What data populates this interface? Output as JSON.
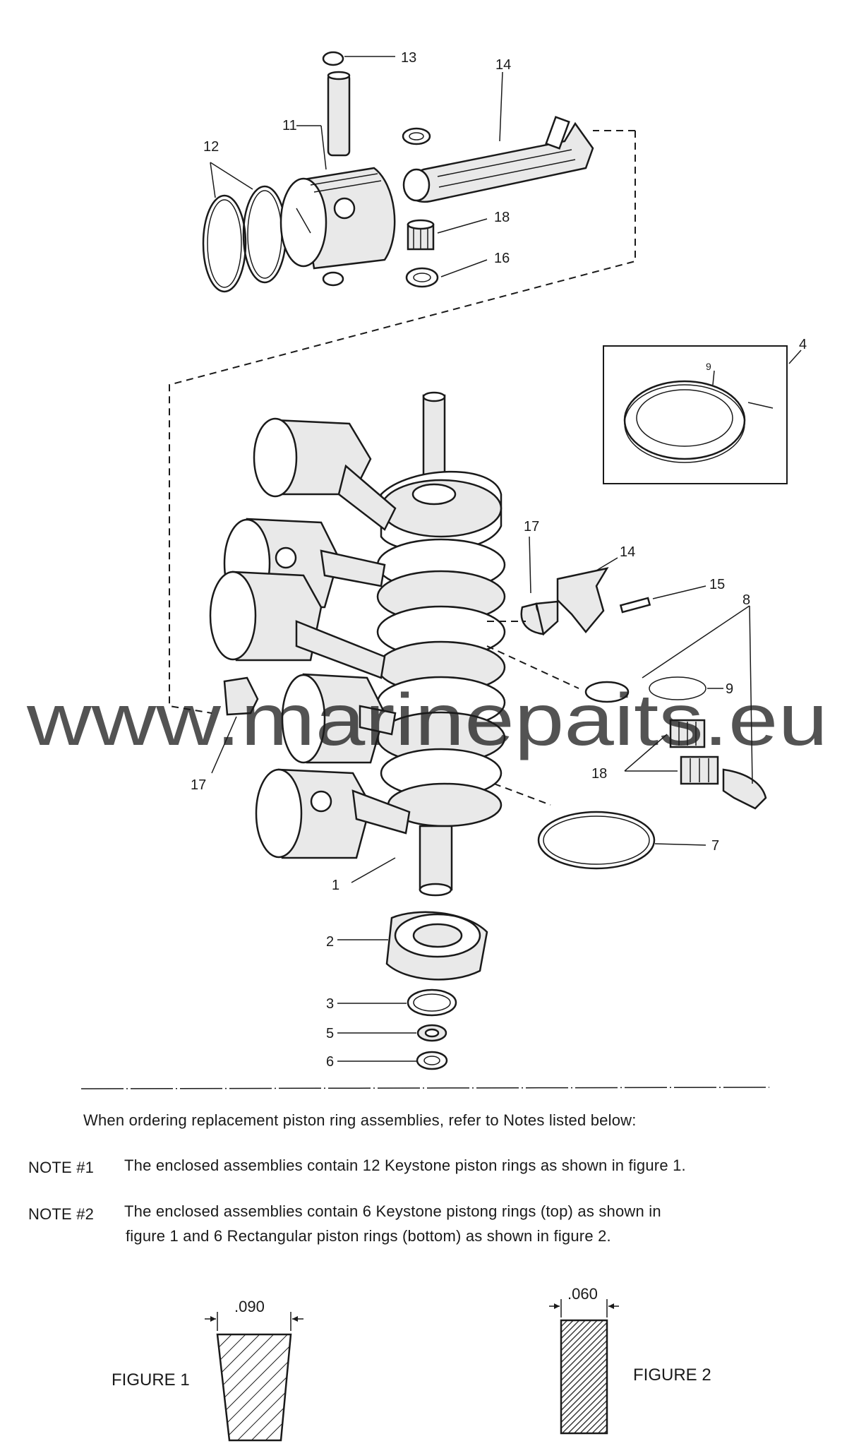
{
  "callouts": {
    "c13": "13",
    "c14_top": "14",
    "c11": "11",
    "c12": "12",
    "c18_top": "18",
    "c16": "16",
    "c4": "4",
    "c9_inset": "9",
    "c17_right": "17",
    "c14_right": "14",
    "c15": "15",
    "c8": "8",
    "c9_right": "9",
    "c18_right": "18",
    "c17_left": "17",
    "c7": "7",
    "c1": "1",
    "c2": "2",
    "c3": "3",
    "c5": "5",
    "c6": "6"
  },
  "watermark": "www.marinepaits.eu",
  "notes": {
    "intro": "When ordering replacement piston ring assemblies, refer to Notes listed below:",
    "note1_label": "NOTE #1",
    "note1_text": "The enclosed assemblies contain 12 Keystone piston rings as shown in figure 1.",
    "note2_label": "NOTE #2",
    "note2_line1": "The enclosed assemblies contain 6 Keystone pistong rings (top) as shown in",
    "note2_line2": "figure 1 and 6 Rectangular piston rings (bottom) as shown in figure 2."
  },
  "figures": {
    "fig1_label": "FIGURE 1",
    "fig1_dim": ".090",
    "fig2_label": "FIGURE 2",
    "fig2_dim": ".060"
  }
}
